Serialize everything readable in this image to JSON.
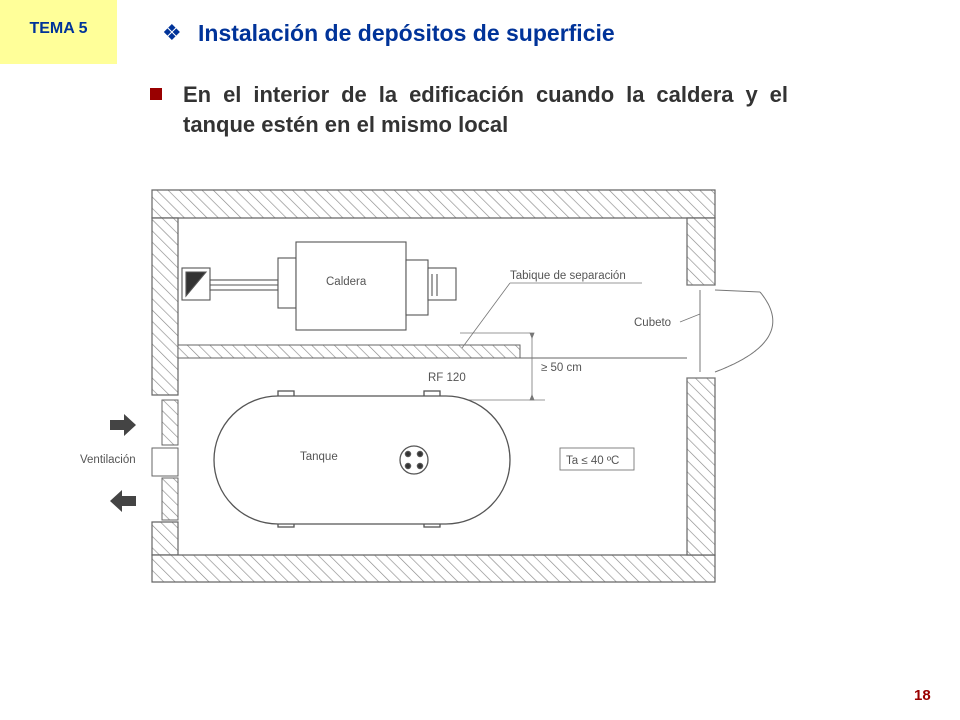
{
  "header": {
    "tema": "TEMA 5",
    "title": "Instalación de depósitos de superficie"
  },
  "bullet_text": "En el interior de la edificación cuando la caldera y el tanque estén en el mismo local",
  "diagram": {
    "labels": {
      "caldera": "Caldera",
      "tabique": "Tabique de separación",
      "cubeto": "Cubeto",
      "distance": "≥ 50 cm",
      "rf": "RF 120",
      "tanque": "Tanque",
      "ventilacion": "Ventilación",
      "ta": "Ta ≤ 40 ºC"
    }
  },
  "page_number": "18"
}
